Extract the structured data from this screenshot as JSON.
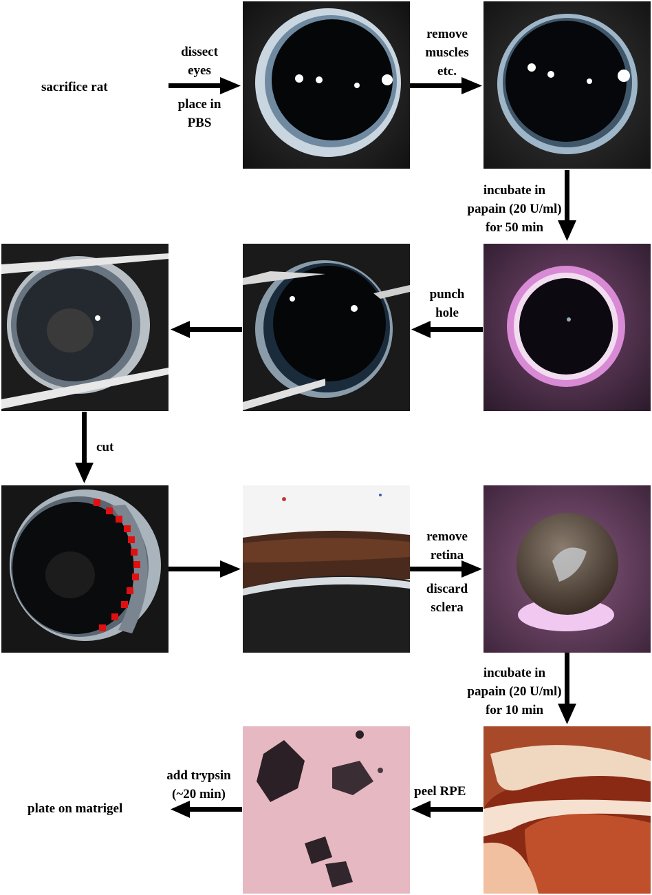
{
  "labels": {
    "sacrifice": "sacrifice rat",
    "dissect_1": "dissect",
    "dissect_2": "eyes",
    "place_1": "place in",
    "place_2": "PBS",
    "remove_muscles_1": "remove",
    "remove_muscles_2": "muscles",
    "remove_muscles_3": "etc.",
    "incubate50_1": "incubate in",
    "incubate50_2": "papain (20 U/ml)",
    "incubate50_3": "for 50 min",
    "punch_1": "punch",
    "punch_2": "hole",
    "cut": "cut",
    "remove_retina_1": "remove",
    "remove_retina_2": "retina",
    "discard_1": "discard",
    "discard_2": "sclera",
    "incubate10_1": "incubate in",
    "incubate10_2": "papain (20 U/ml)",
    "incubate10_3": "for 10 min",
    "peel": "peel RPE",
    "trypsin_1": "add trypsin",
    "trypsin_2": "(~20 min)",
    "plate": "plate on matrigel"
  },
  "colors": {
    "arrow": "#000000",
    "cut_markers": "#e01010",
    "papain_tint": "#8a4a78",
    "rpe_tint": "#d86a3a",
    "dish_tint": "#e8b4c0"
  }
}
